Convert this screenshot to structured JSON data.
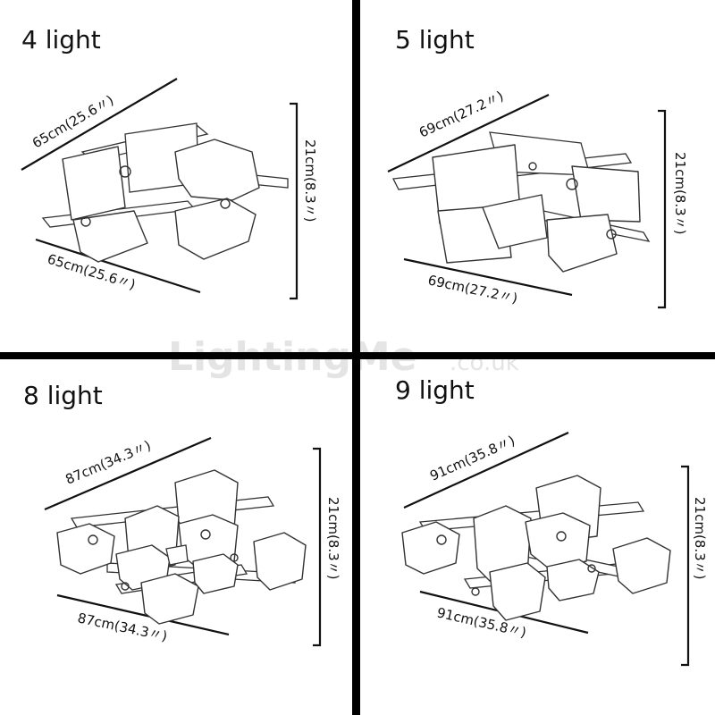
{
  "watermark": {
    "brand": "LightingMe",
    "suffix": ".co.uk"
  },
  "panels": [
    {
      "title": "4 light",
      "top_dim": "65cm(25.6〃)",
      "bottom_dim": "65cm(25.6〃)",
      "height_dim": "21cm(8.3〃)"
    },
    {
      "title": "5 light",
      "top_dim": "69cm(27.2〃)",
      "bottom_dim": "69cm(27.2〃)",
      "height_dim": "21cm(8.3〃)"
    },
    {
      "title": "8 light",
      "top_dim": "87cm(34.3〃)",
      "bottom_dim": "87cm(34.3〃)",
      "height_dim": "21cm(8.3〃)"
    },
    {
      "title": "9 light",
      "top_dim": "91cm(35.8〃)",
      "bottom_dim": "91cm(35.8〃)",
      "height_dim": "21cm(8.3〃)"
    }
  ]
}
